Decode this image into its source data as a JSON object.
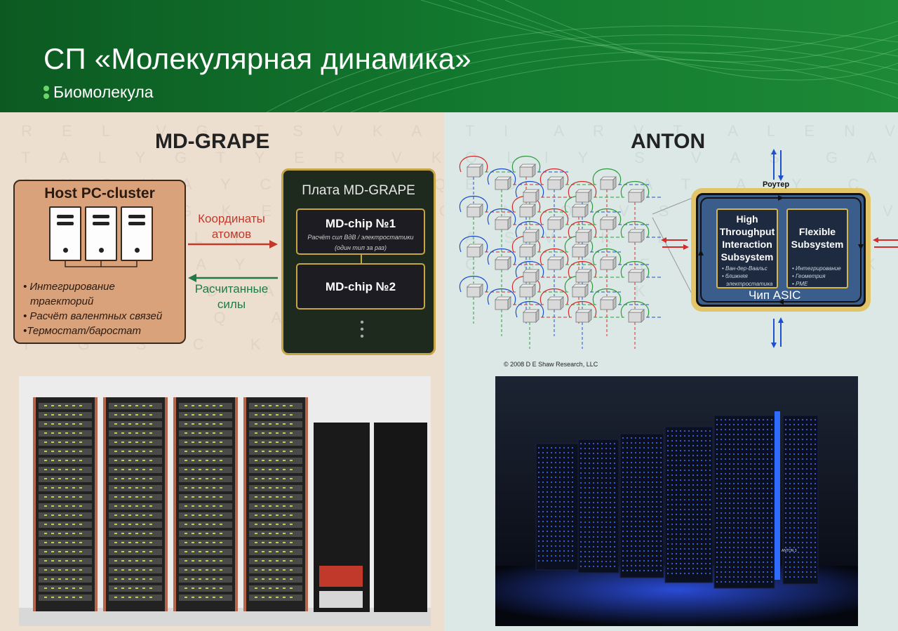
{
  "header": {
    "title": "СП «Молекулярная динамика»",
    "brand": "Биомолекула",
    "colors": {
      "green_dark": "#0c5a22",
      "green_light": "#1d8a37",
      "brand_dots": "#6cd36a"
    }
  },
  "left": {
    "title": "MD-GRAPE",
    "host": {
      "title": "Host PC-cluster",
      "items": [
        "• Интегрирование",
        "траекторий",
        "• Расчёт валентных связей",
        "•Термостат/баростат"
      ]
    },
    "arrow_to_board": {
      "line1": "Координаты",
      "line2": "атомов",
      "color": "#c0392b"
    },
    "arrow_to_host": {
      "line1": "Расчитанные",
      "line2": "силы",
      "color": "#1f7a45"
    },
    "board": {
      "title": "Плата MD-GRAPE",
      "chip1": {
        "name": "MD-chip №1",
        "sub1": "Расчёт сил ВдВ / электростатики",
        "sub2": "(один тип за раз)"
      },
      "chip2": {
        "name": "MD-chip №2"
      },
      "more": "⋮"
    },
    "photo_icon": "md-grape-racks-photo"
  },
  "right": {
    "title": "ANTON",
    "router": "Роутер",
    "asic": {
      "label": "Чип ASIC",
      "htis": {
        "l1": "High",
        "l2": "Throughput",
        "l3": "Interaction",
        "l4": "Subsystem",
        "i1": "• Ван-дер-Ваальс",
        "i2": "• ближняя",
        "i3": "электростатика"
      },
      "flex": {
        "l1": "Flexible",
        "l2": "Subsystem",
        "i1": "• Интегрирование",
        "i2": "• Геометрия",
        "i3": "• PME"
      }
    },
    "copyright": "© 2008 D E Shaw Research, LLC",
    "photo_icon": "anton-supercomputer-photo",
    "photo_label": "ANTON 3"
  }
}
